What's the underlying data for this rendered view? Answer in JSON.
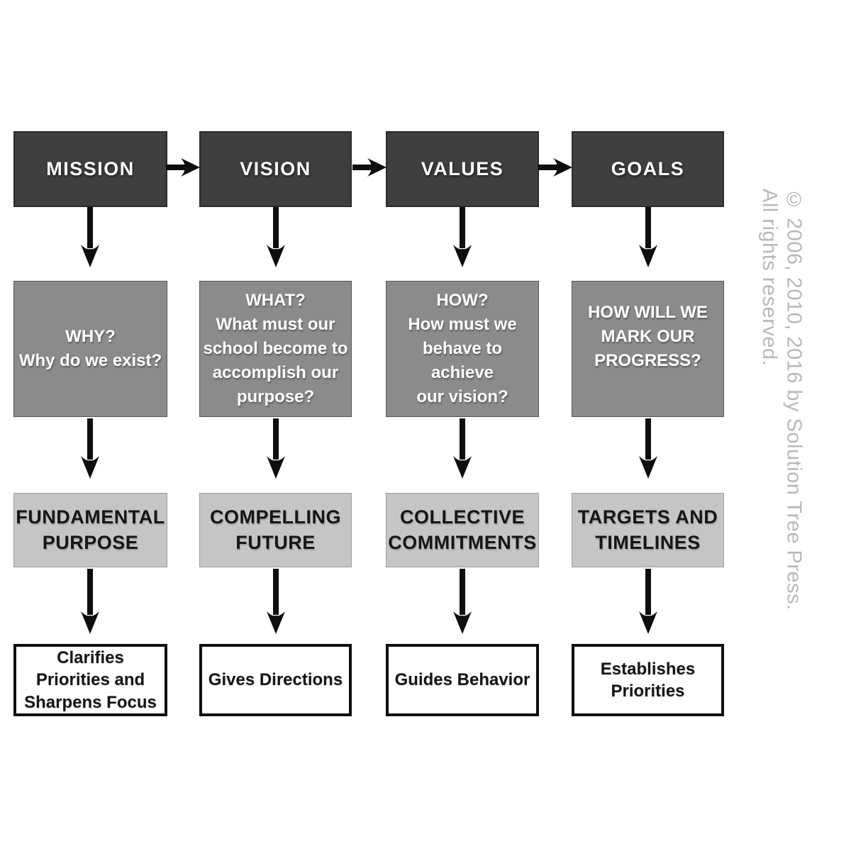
{
  "colors": {
    "box-dark": "#3f3f3f",
    "box-mid": "#8b8b8b",
    "box-light": "#c5c5c5",
    "box-white": "#ffffff",
    "arrow": "#0e0e0e",
    "watermark": "#b8b8b8"
  },
  "columns": [
    {
      "header": "MISSION",
      "question": [
        "WHY?",
        "Why do we exist?"
      ],
      "descriptor": [
        "FUNDAMENTAL",
        "PURPOSE"
      ],
      "outcome": [
        "Clarifies",
        "Priorities and",
        "Sharpens Focus"
      ]
    },
    {
      "header": "VISION",
      "question": [
        "WHAT?",
        "What must our",
        "school become to",
        "accomplish our",
        "purpose?"
      ],
      "descriptor": [
        "COMPELLING",
        "FUTURE"
      ],
      "outcome": [
        "Gives Directions"
      ]
    },
    {
      "header": "VALUES",
      "question": [
        "HOW?",
        "How must we",
        "behave to achieve",
        "our vision?"
      ],
      "descriptor": [
        "COLLECTIVE",
        "COMMITMENTS"
      ],
      "outcome": [
        "Guides Behavior"
      ]
    },
    {
      "header": "GOALS",
      "question": [
        "HOW WILL WE",
        "MARK OUR",
        "PROGRESS?"
      ],
      "descriptor": [
        "TARGETS AND",
        "TIMELINES"
      ],
      "outcome": [
        "Establishes",
        "Priorities"
      ]
    }
  ],
  "copyright": {
    "line1": "© 2006, 2010, 2016 by Solution Tree Press.",
    "line2": "All rights reserved."
  }
}
